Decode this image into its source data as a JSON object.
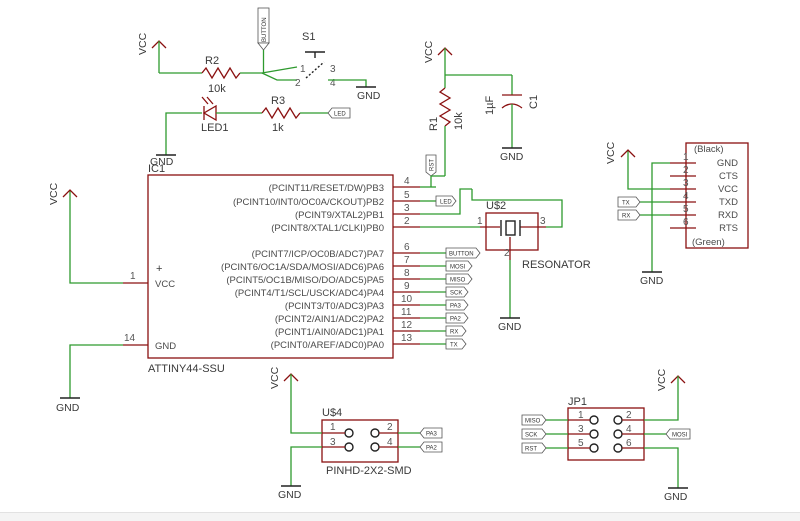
{
  "ic1": {
    "ref": "IC1",
    "part": "ATTINY44-SSU",
    "pins_left": [
      {
        "num": "1",
        "name": "VCC"
      },
      {
        "num": "14",
        "name": "GND"
      }
    ],
    "pins_right": [
      {
        "num": "4",
        "name": "(PCINT11/RESET/DW)PB3"
      },
      {
        "num": "5",
        "name": "(PCINT10/INT0/OC0A/CKOUT)PB2"
      },
      {
        "num": "3",
        "name": "(PCINT9/XTAL2)PB1"
      },
      {
        "num": "2",
        "name": "(PCINT8/XTAL1/CLKI)PB0"
      },
      {
        "num": "6",
        "name": "(PCINT7/ICP/OC0B/ADC7)PA7"
      },
      {
        "num": "7",
        "name": "(PCINT6/OC1A/SDA/MOSI/ADC6)PA6"
      },
      {
        "num": "8",
        "name": "(PCINT5/OC1B/MISO/DO/ADC5)PA5"
      },
      {
        "num": "9",
        "name": "(PCINT4/T1/SCL/USCK/ADC4)PA4"
      },
      {
        "num": "10",
        "name": "(PCINT3/T0/ADC3)PA3"
      },
      {
        "num": "11",
        "name": "(PCINT2/AIN1/ADC2)PA2"
      },
      {
        "num": "12",
        "name": "(PCINT1/AIN0/ADC1)PA1"
      },
      {
        "num": "13",
        "name": "(PCINT0/AREF/ADC0)PA0"
      }
    ],
    "net_tags": [
      "RST",
      "LED",
      "BUTTON",
      "MOSI",
      "MISO",
      "SCK",
      "PA3",
      "PA2",
      "RX",
      "TX"
    ]
  },
  "power": {
    "vcc": "VCC",
    "gnd": "GND"
  },
  "r2": {
    "ref": "R2",
    "value": "10k"
  },
  "r3": {
    "ref": "R3",
    "value": "1k"
  },
  "r1": {
    "ref": "R1",
    "value": "10k"
  },
  "c1": {
    "ref": "C1",
    "value": "1µF"
  },
  "led1": {
    "ref": "LED1"
  },
  "s1": {
    "ref": "S1",
    "pins": [
      "1",
      "2",
      "3",
      "4"
    ],
    "tag": "BUTTON"
  },
  "led_tag": "LED",
  "resonator": {
    "ref": "U$2",
    "label": "RESONATOR",
    "pins": [
      "1",
      "2",
      "3"
    ]
  },
  "ftdi": {
    "top": "(Black)",
    "bottom": "(Green)",
    "pins": [
      {
        "num": "1",
        "name": "GND"
      },
      {
        "num": "2",
        "name": "CTS"
      },
      {
        "num": "3",
        "name": "VCC"
      },
      {
        "num": "4",
        "name": "TXD"
      },
      {
        "num": "5",
        "name": "RXD"
      },
      {
        "num": "6",
        "name": "RTS"
      }
    ],
    "tags": [
      "TX",
      "RX"
    ]
  },
  "u4": {
    "ref": "U$4",
    "part": "PINHD-2X2-SMD",
    "pins": [
      "1",
      "2",
      "3",
      "4"
    ],
    "tags": [
      "PA3",
      "PA2"
    ]
  },
  "jp1": {
    "ref": "JP1",
    "pins": [
      "1",
      "2",
      "3",
      "4",
      "5",
      "6"
    ],
    "tags": [
      "MISO",
      "SCK",
      "RST",
      "MOSI"
    ]
  }
}
